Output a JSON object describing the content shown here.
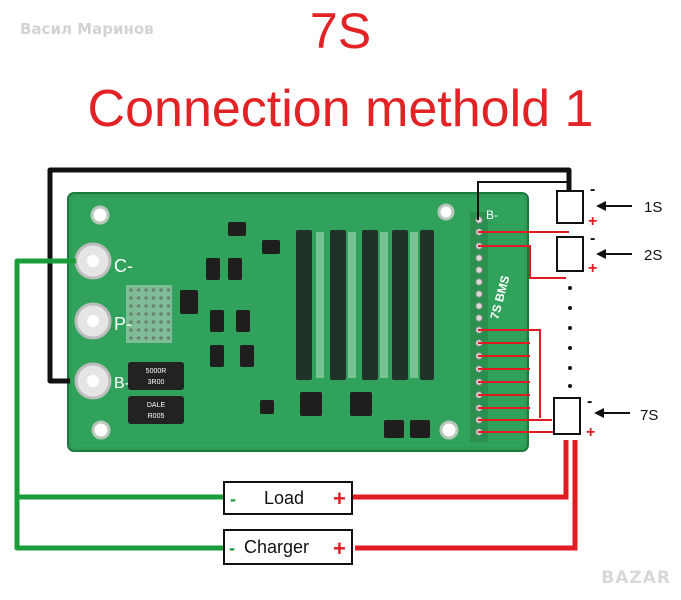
{
  "title": "7S",
  "subtitle": "Connection methold 1",
  "watermark": "Васил Маринов",
  "corner_brand": "BAZAR",
  "board": {
    "pad_labels": [
      "C-",
      "P-",
      "B-"
    ],
    "top_pad_label": "B-",
    "chip_labels": [
      "5000R",
      "3R00",
      "DALE",
      "R005"
    ],
    "silk_text": "7S BMS"
  },
  "cells": [
    {
      "label": "1S",
      "minus": "-",
      "plus": "+"
    },
    {
      "label": "2S",
      "minus": "-",
      "plus": "+"
    },
    {
      "label": "7S",
      "minus": "-",
      "plus": "+"
    }
  ],
  "load_box": {
    "label": "Load",
    "minus": "-",
    "plus": "+"
  },
  "charger_box": {
    "label": "Charger",
    "minus": "-",
    "plus": "+"
  },
  "colors": {
    "title_red": "#e32226",
    "wire_red": "#e11b22",
    "wire_green": "#1a9c3a",
    "wire_black": "#111111",
    "pcb_green": "#2e9e57"
  }
}
